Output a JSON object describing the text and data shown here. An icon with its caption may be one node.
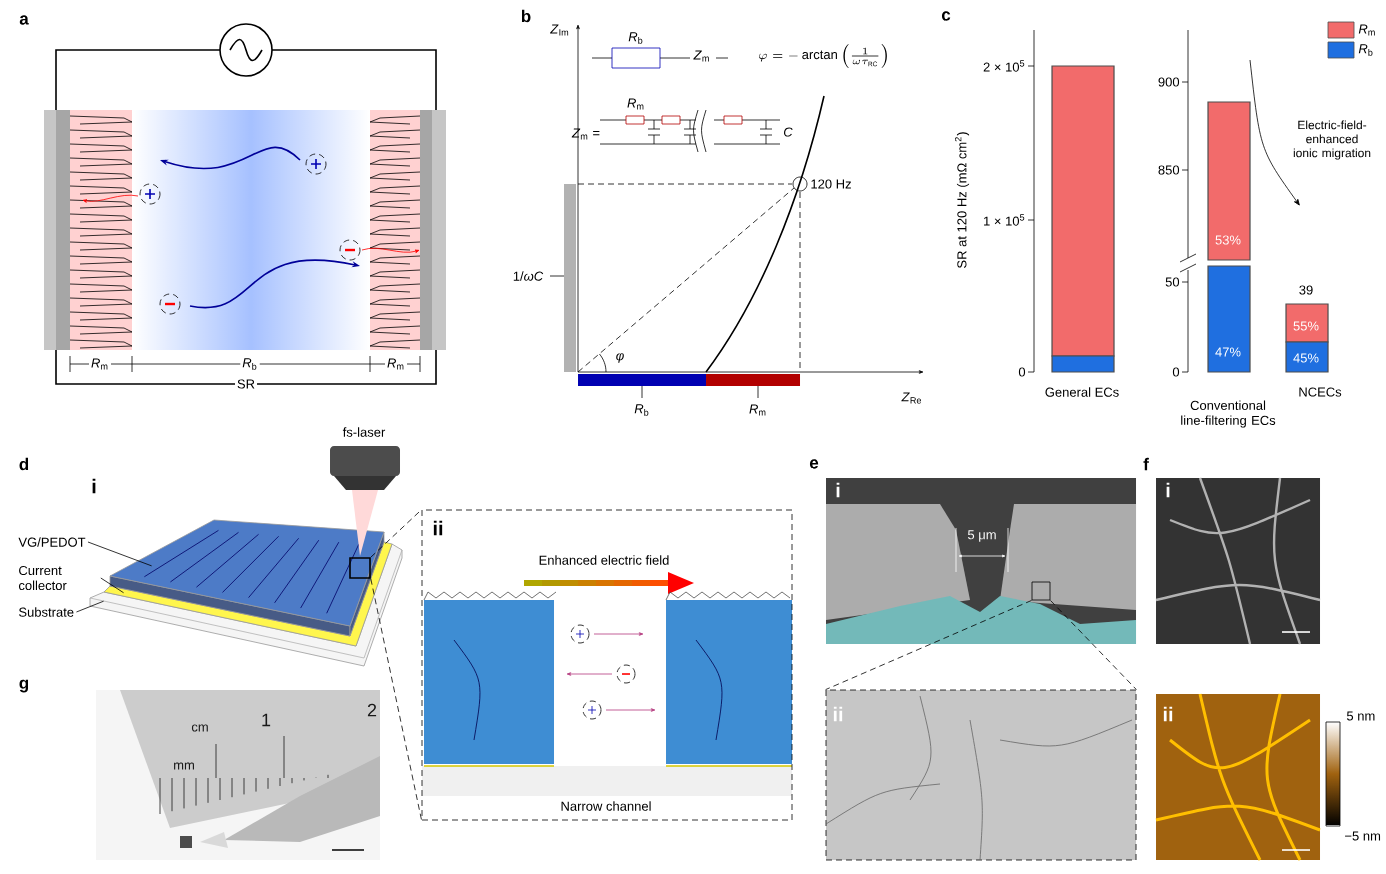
{
  "diagram": {
    "nodes": [
      {
        "text": [
          "VG/PEDOT"
        ]
      },
      {
        "text": [
          "Current collector"
        ]
      },
      {
        "text": [
          "Substrate"
        ]
      },
      {
        "text": [],
        "shape": "box"
      },
      {
        "text": [],
        "shape": "box"
      },
      {
        "text": [],
        "shape": "box"
      },
      {
        "text": [],
        "shape": "box",
        "in": 3
      },
      {
        "text": [],
        "shape": "box"
      },
      {
        "text": [],
        "shape": "box"
      },
      {
        "text": [],
        "shape": "box"
      }
    ],
    "edges": [
      {
        "from": 0,
        "to": 3,
        "arrow": "none"
      },
      {
        "from": 1,
        "to": 4,
        "arrow": "none"
      },
      {
        "from": 2,
        "to": 5,
        "arrow": "none"
      },
      {
        "from": 6,
        "to": 7,
        "arrow": "none",
        "style": "dashed"
      },
      {
        "from": 6,
        "to": 7,
        "arrow": "none",
        "style": "dashed"
      },
      {
        "from": 8,
        "to": 9,
        "arrow": "none",
        "style": "dashed"
      },
      {
        "from": 8,
        "to": 9,
        "arrow": "none",
        "style": "dashed"
      }
    ],
    "labels": [
      "a",
      "*R*$_{m}$",
      "*R*$_{b}$",
      "*R*$_{m}$",
      "SR",
      "b",
      "*Z*$_{Im}$",
      "*R*$_{b}$",
      "*Z*$_{m}$",
      "\\varphi = -\\arctan\\left(\\frac{1}{\\omega\\tau_{\\mathrm{RC}}}\\right)",
      "*R*$_{m}$",
      "*Z*$_{m}$ =",
      "*C*",
      "120 Hz",
      "1/*ωC*",
      "*φ*",
      "*R*$_{b}$",
      "*R*$_{m}$",
      "*Z*$_{Re}$",
      "c",
      "2 × 10$^{5}$",
      "1 × 10$^{5}$",
      "0",
      "SR at 120 Hz (mΩ cm$^{2}$)",
      "900",
      "850",
      "50",
      "0",
      "Electric-field-enhanced ionic migration",
      "53%",
      "39",
      "55%",
      "47%",
      "45%",
      "General ECs",
      "Conventional line-filtering ECs",
      "NCECs",
      "d",
      "fs-laser",
      "i",
      "ii",
      "Enhanced electric field",
      "Narrow channel",
      "e",
      "i",
      "5 μm",
      "ii",
      "f",
      "i",
      "ii",
      "5 nm",
      "−5 nm",
      "g",
      "cm",
      "1",
      "2",
      "mm"
    ],
    "legend": [
      {
        "text": "*R*$_{m}$",
        "color": "#f26b6b"
      },
      {
        "text": "*R*$_{b}$",
        "color": "#1f6fe0"
      }
    ]
  }
}
